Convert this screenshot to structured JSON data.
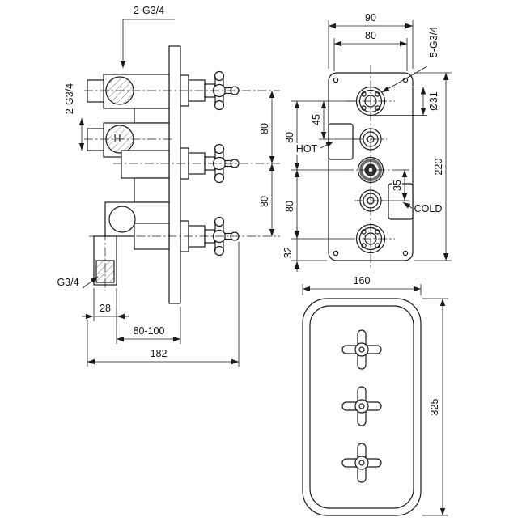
{
  "page": {
    "background": "#ffffff",
    "line_color": "#1a1a1a"
  },
  "side_view": {
    "top_ports_label": "2-G3/4",
    "left_ports_label": "2-G3/4",
    "hot_marker": "H",
    "spacing_upper": "80",
    "spacing_lower": "80",
    "bottom_port_label": "G3/4",
    "outlet_width": "28",
    "mounting_depth_range": "80-100",
    "overall_depth": "182"
  },
  "front_view": {
    "overall_width": "90",
    "inner_width": "80",
    "ports_label": "5-G3/4",
    "port_diameter": "Ø31",
    "upper_port_offset": "45",
    "hot_label": "HOT",
    "row_spacing_upper": "80",
    "row_spacing_lower": "80",
    "lower_port_offset": "35",
    "cold_label": "COLD",
    "bottom_offset": "32",
    "overall_height": "220"
  },
  "plate_view": {
    "width": "160",
    "height": "325"
  }
}
